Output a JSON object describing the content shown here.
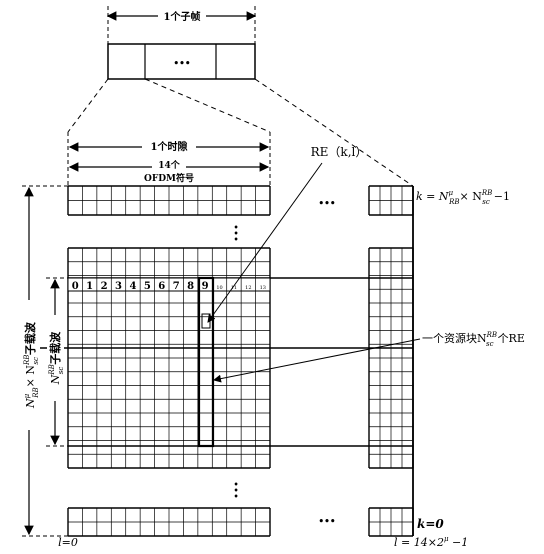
{
  "subframe": {
    "label": "1个子帧",
    "ellipsis": "•••"
  },
  "slot": {
    "label": "1个时隙",
    "symbols_count": "14个",
    "symbols_name": "OFDM符号"
  },
  "grid": {
    "columns_main": 14,
    "symbol_indices": [
      "0",
      "1",
      "2",
      "3",
      "4",
      "5",
      "6",
      "7",
      "8",
      "9",
      "10",
      "11",
      "12",
      "13"
    ],
    "highlight_symbol_index": 9,
    "right_block_columns": 4
  },
  "labels": {
    "re": "RE（k,l）",
    "resource_block": "一个资源块N",
    "resource_block_sup": "RB",
    "resource_block_sub": "sc",
    "resource_block_tail": "个RE",
    "k_top_prefix": "k = N",
    "k_top_mu": "μ",
    "k_top_rb": "RB",
    "k_top_times": "× N",
    "k_top_sc_sup": "RB",
    "k_top_sc_sub": "sc",
    "k_top_tail": "−1",
    "k_bottom": "k=0",
    "l_left": "l=0",
    "l_right": "l = 14×2",
    "l_right_sup": "μ",
    "l_right_tail": " −1",
    "vertical_outer": "N",
    "vertical_outer_sup": "μ",
    "vertical_outer_sub": "RB",
    "vertical_outer_times": "× N",
    "vertical_outer_sc_sup": "RB",
    "vertical_outer_sc_sub": "sc",
    "vertical_outer_tail": "子载波",
    "vertical_inner": "N",
    "vertical_inner_sup": "RB",
    "vertical_inner_sub": "sc",
    "vertical_inner_tail": "子载波",
    "dots_horizontal": "•••",
    "dots_vertical": "•"
  }
}
